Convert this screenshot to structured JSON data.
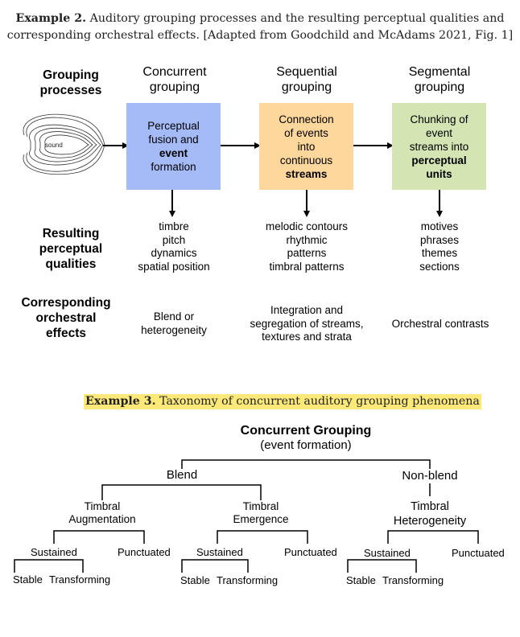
{
  "example2": {
    "caption_label": "Example 2.",
    "caption_text_line1": " Auditory grouping processes and the resulting perceptual qualities and",
    "caption_text_line2": "corresponding orchestral effects. [Adapted from Goodchild and McAdams 2021, Fig. 1]",
    "row_labels": {
      "grouping_processes": [
        "Grouping",
        "processes"
      ],
      "resulting_qualities": [
        "Resulting",
        "perceptual",
        "qualities"
      ],
      "orchestral_effects": [
        "Corresponding",
        "orchestral",
        "effects"
      ]
    },
    "sound_label": "sound",
    "columns": [
      {
        "heading": [
          "Concurrent",
          "grouping"
        ],
        "box_lines": [
          "Perceptual",
          "fusion and"
        ],
        "box_bold": "event",
        "box_after": "formation",
        "box_color": "#a4bbf7",
        "qualities": [
          "timbre",
          "pitch",
          "dynamics",
          "spatial position"
        ],
        "effects": [
          "Blend or",
          "heterogeneity"
        ]
      },
      {
        "heading": [
          "Sequential",
          "grouping"
        ],
        "box_lines": [
          "Connection",
          "of events",
          "into",
          "continuous"
        ],
        "box_bold": "streams",
        "box_after": "",
        "box_color": "#fdd79b",
        "qualities": [
          "melodic contours",
          "rhythmic",
          "patterns",
          "timbral patterns"
        ],
        "effects": [
          "Integration and",
          "segregation of streams,",
          "textures and strata"
        ]
      },
      {
        "heading": [
          "Segmental",
          "grouping"
        ],
        "box_lines": [
          "Chunking of",
          "event",
          "streams into"
        ],
        "box_bold": "perceptual",
        "box_bold2": "units",
        "box_after": "",
        "box_color": "#d4e4b3",
        "qualities": [
          "motives",
          "phrases",
          "themes",
          "sections"
        ],
        "effects": [
          "Orchestral contrasts"
        ]
      }
    ]
  },
  "example3": {
    "caption_label": "Example 3.",
    "caption_text": " Taxonomy of concurrent auditory grouping phenomena",
    "root_title": "Concurrent Grouping",
    "root_subtitle": "(event formation)",
    "blend": "Blend",
    "non_blend": "Non-blend",
    "timbral_augmentation": [
      "Timbral",
      "Augmentation"
    ],
    "timbral_emergence": [
      "Timbral",
      "Emergence"
    ],
    "timbral_heterogeneity": [
      "Timbral",
      "Heterogeneity"
    ],
    "sustained": "Sustained",
    "punctuated": "Punctuated",
    "stable": "Stable",
    "transforming": "Transforming"
  },
  "colors": {
    "caption_highlight": "#fde97a",
    "concurrent_box": "#a4bbf7",
    "sequential_box": "#fdd79b",
    "segmental_box": "#d4e4b3"
  }
}
